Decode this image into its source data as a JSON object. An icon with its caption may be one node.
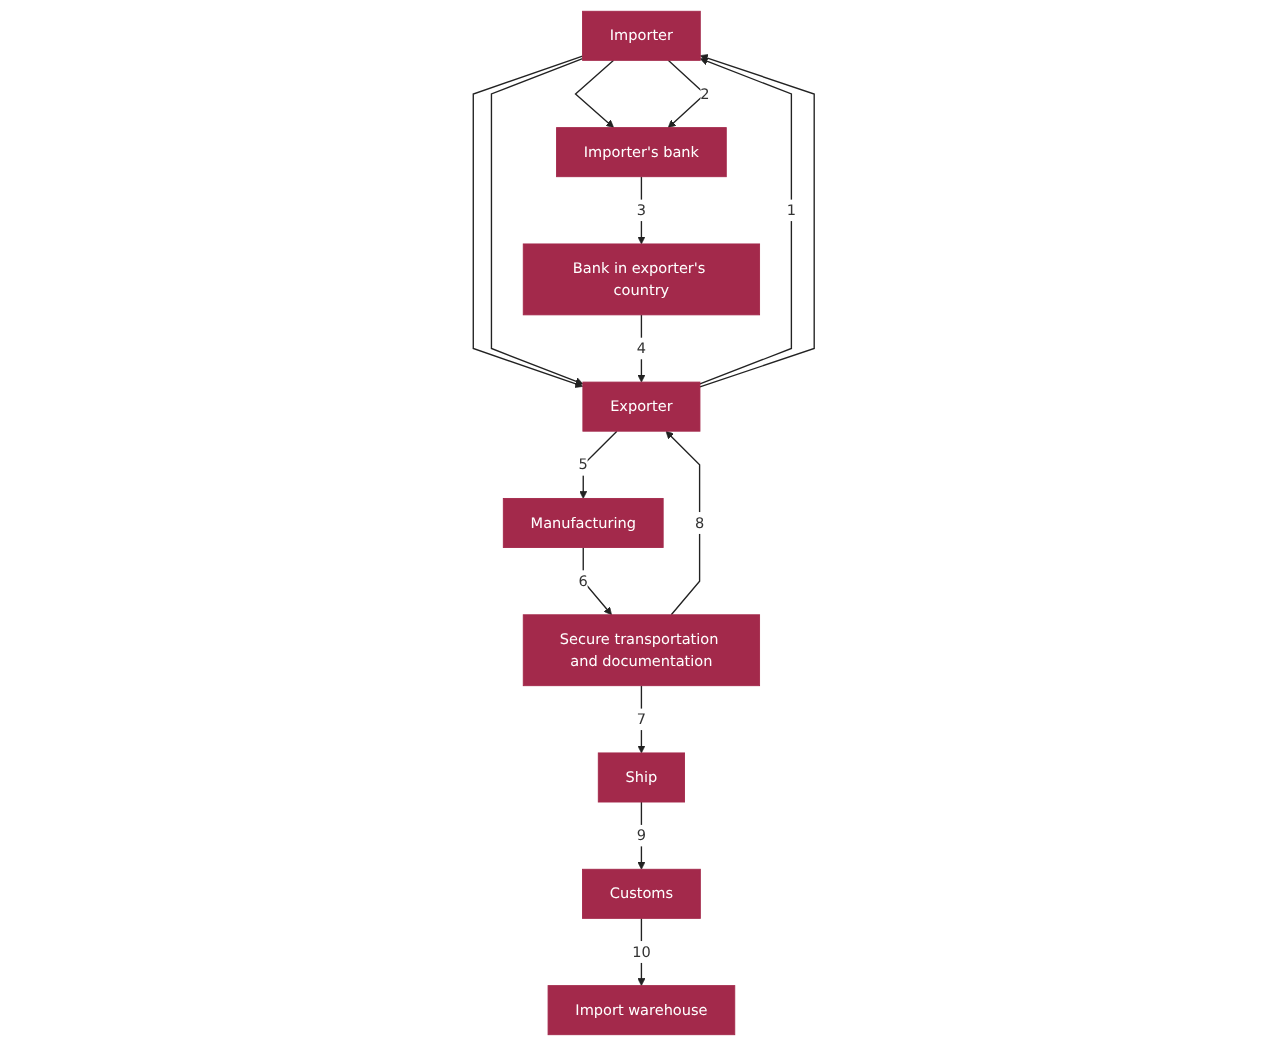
{
  "diagram": {
    "nodes": [
      {
        "text": [
          "Importer"
        ]
      },
      {
        "text": [
          "Importer's bank"
        ]
      },
      {
        "text": [
          "Bank in exporter's country"
        ]
      },
      {
        "text": [
          "Exporter"
        ]
      },
      {
        "text": [
          "Manufacturing"
        ]
      },
      {
        "text": [
          "Secure transportation and documentation"
        ]
      },
      {
        "text": [
          "Ship"
        ]
      },
      {
        "text": [
          "Customs"
        ]
      },
      {
        "text": [
          "Import warehouse"
        ]
      }
    ],
    "edges": [
      {
        "from": 0,
        "to": 3,
        "arrow": "to"
      },
      {
        "from": 3,
        "to": 0,
        "arrow": "to",
        "label": "1"
      },
      {
        "from": 3,
        "to": 0,
        "arrow": "to"
      },
      {
        "from": 0,
        "to": 3,
        "arrow": "to"
      },
      {
        "from": 0,
        "to": 1,
        "arrow": "to"
      },
      {
        "from": 0,
        "to": 1,
        "arrow": "to",
        "label": "2"
      },
      {
        "from": 1,
        "to": 2,
        "arrow": "to",
        "label": "3"
      },
      {
        "from": 2,
        "to": 3,
        "arrow": "to",
        "label": "4"
      },
      {
        "from": 3,
        "to": 4,
        "arrow": "to",
        "label": "5"
      },
      {
        "from": 4,
        "to": 5,
        "arrow": "to",
        "label": "6"
      },
      {
        "from": 5,
        "to": 6,
        "arrow": "to",
        "label": "7"
      },
      {
        "from": 5,
        "to": 3,
        "arrow": "to",
        "label": "8"
      },
      {
        "from": 6,
        "to": 7,
        "arrow": "to",
        "label": "9"
      },
      {
        "from": 7,
        "to": 8,
        "arrow": "to",
        "label": "10"
      }
    ]
  }
}
